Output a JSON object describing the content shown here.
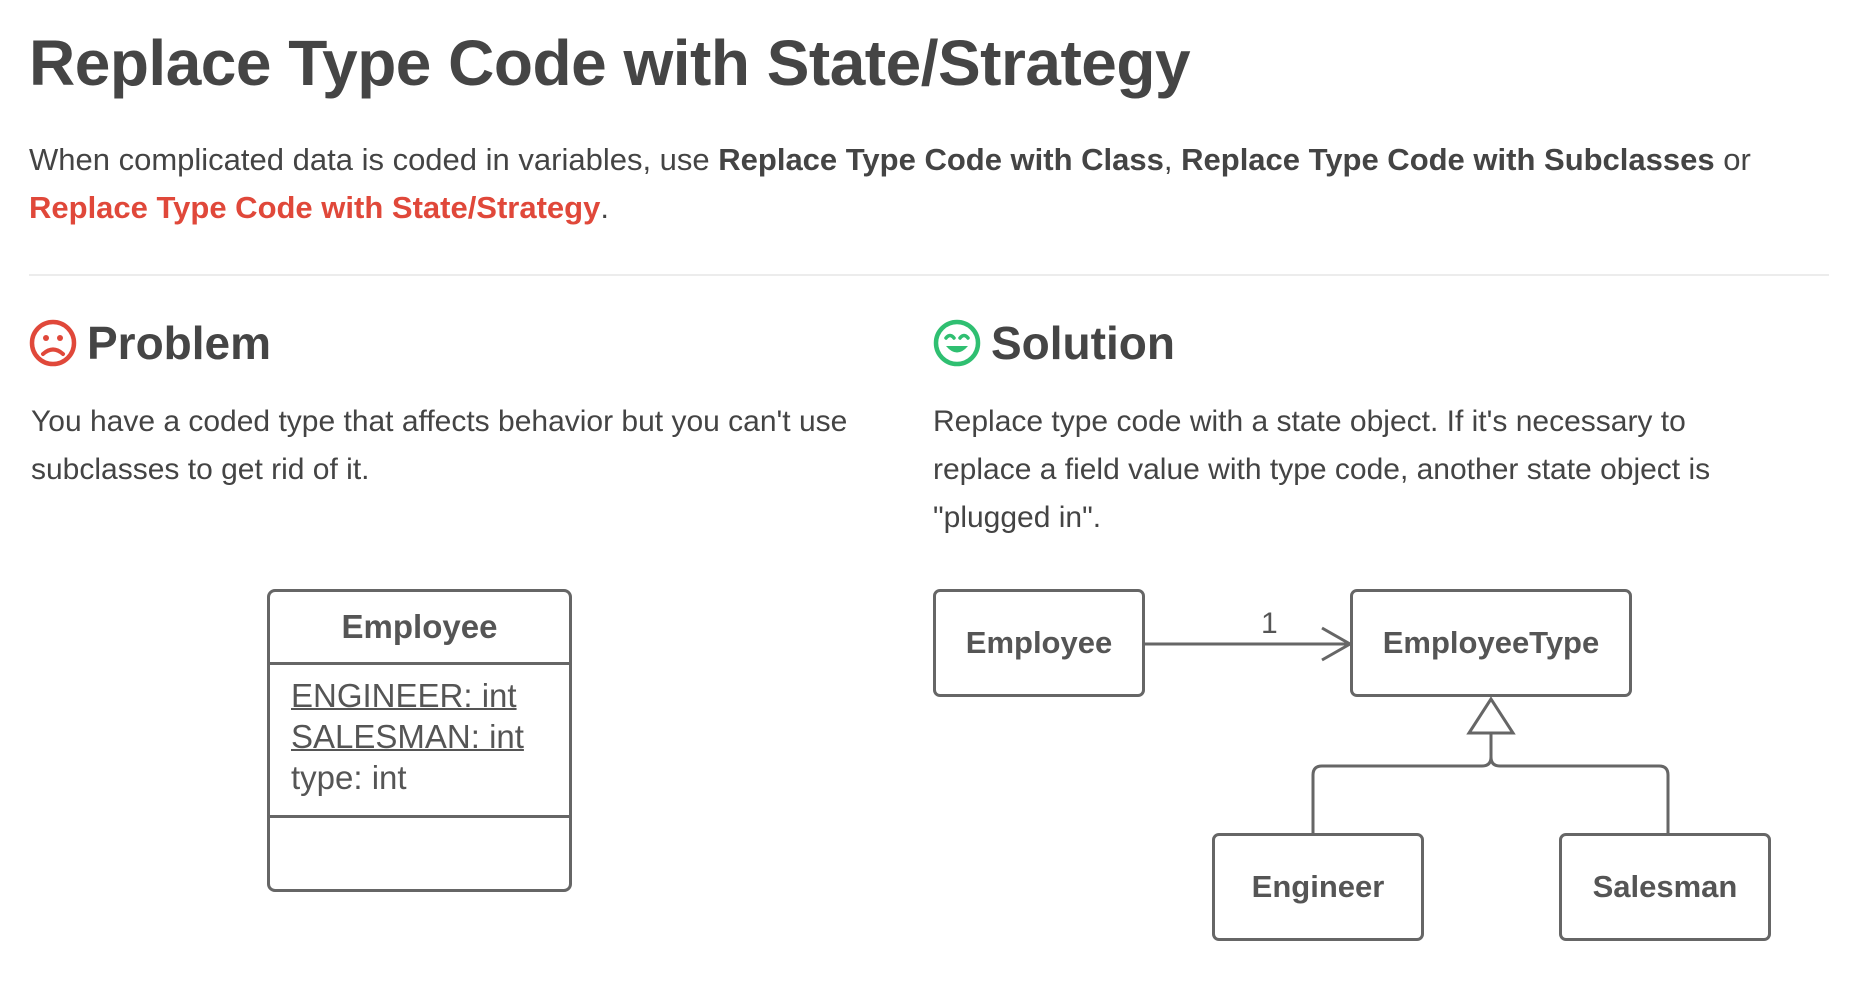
{
  "header": {
    "title": "Replace Type Code with State/Strategy",
    "intro_prefix": "When complicated data is coded in variables, use ",
    "intro_link1": "Replace Type Code with Class",
    "intro_sep": ", ",
    "intro_link2": "Replace Type Code with Subclasses",
    "intro_or": " or ",
    "intro_link3": "Replace Type Code with State/Strategy",
    "intro_end": "."
  },
  "problem": {
    "heading": "Problem",
    "icon": "sad-face-icon",
    "icon_color": "#e0483a",
    "text": "You have a coded type that affects behavior but you can't use subclasses to get rid of it.",
    "uml": {
      "class_name": "Employee",
      "attributes": [
        "ENGINEER: int",
        "SALESMAN: int",
        "type: int"
      ]
    }
  },
  "solution": {
    "heading": "Solution",
    "icon": "happy-face-icon",
    "icon_color": "#2fbf71",
    "text": "Replace type code with a state object. If it's necessary to replace a field value with type code, another state object is \"plugged in\".",
    "uml": {
      "employee": "Employee",
      "multiplicity": "1",
      "employee_type": "EmployeeType",
      "engineer": "Engineer",
      "salesman": "Salesman"
    }
  },
  "colors": {
    "text": "#444444",
    "accent": "#e0483a",
    "diagram_stroke": "#666666"
  }
}
